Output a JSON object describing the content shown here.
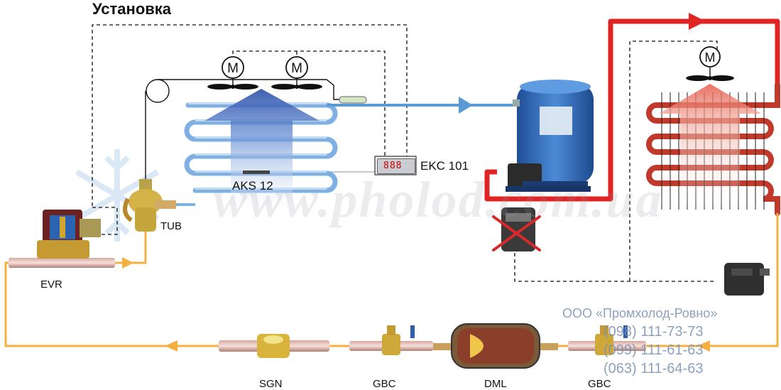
{
  "title": "Установка",
  "labels": {
    "evr": "EVR",
    "tub": "TUB",
    "aks": "AKS 12",
    "ekc": "EKC 101",
    "sgn": "SGN",
    "gbc_left": "GBC",
    "dml": "DML",
    "gbc_right": "GBC",
    "ekc_display": "888"
  },
  "watermark": {
    "text": "www.pholod.com.ua"
  },
  "company": {
    "name": "ООО «Промхолод-Ровно»",
    "phones": [
      "(098) 111-73-73",
      "(099) 111-61-63",
      "(063) 111-64-63"
    ]
  },
  "colors": {
    "suction_line": "#5b9bd5",
    "discharge_line": "#e02424",
    "liquid_line": "#f5b041",
    "evaporator": "#6fa8dc",
    "condenser": "#c0392b",
    "compressor": "#2f6db5",
    "signal_line": "#111111"
  },
  "icons": [
    "motor-icon",
    "fan-icon",
    "snowflake-icon",
    "flow-arrow-icon",
    "cross-mark-icon"
  ]
}
